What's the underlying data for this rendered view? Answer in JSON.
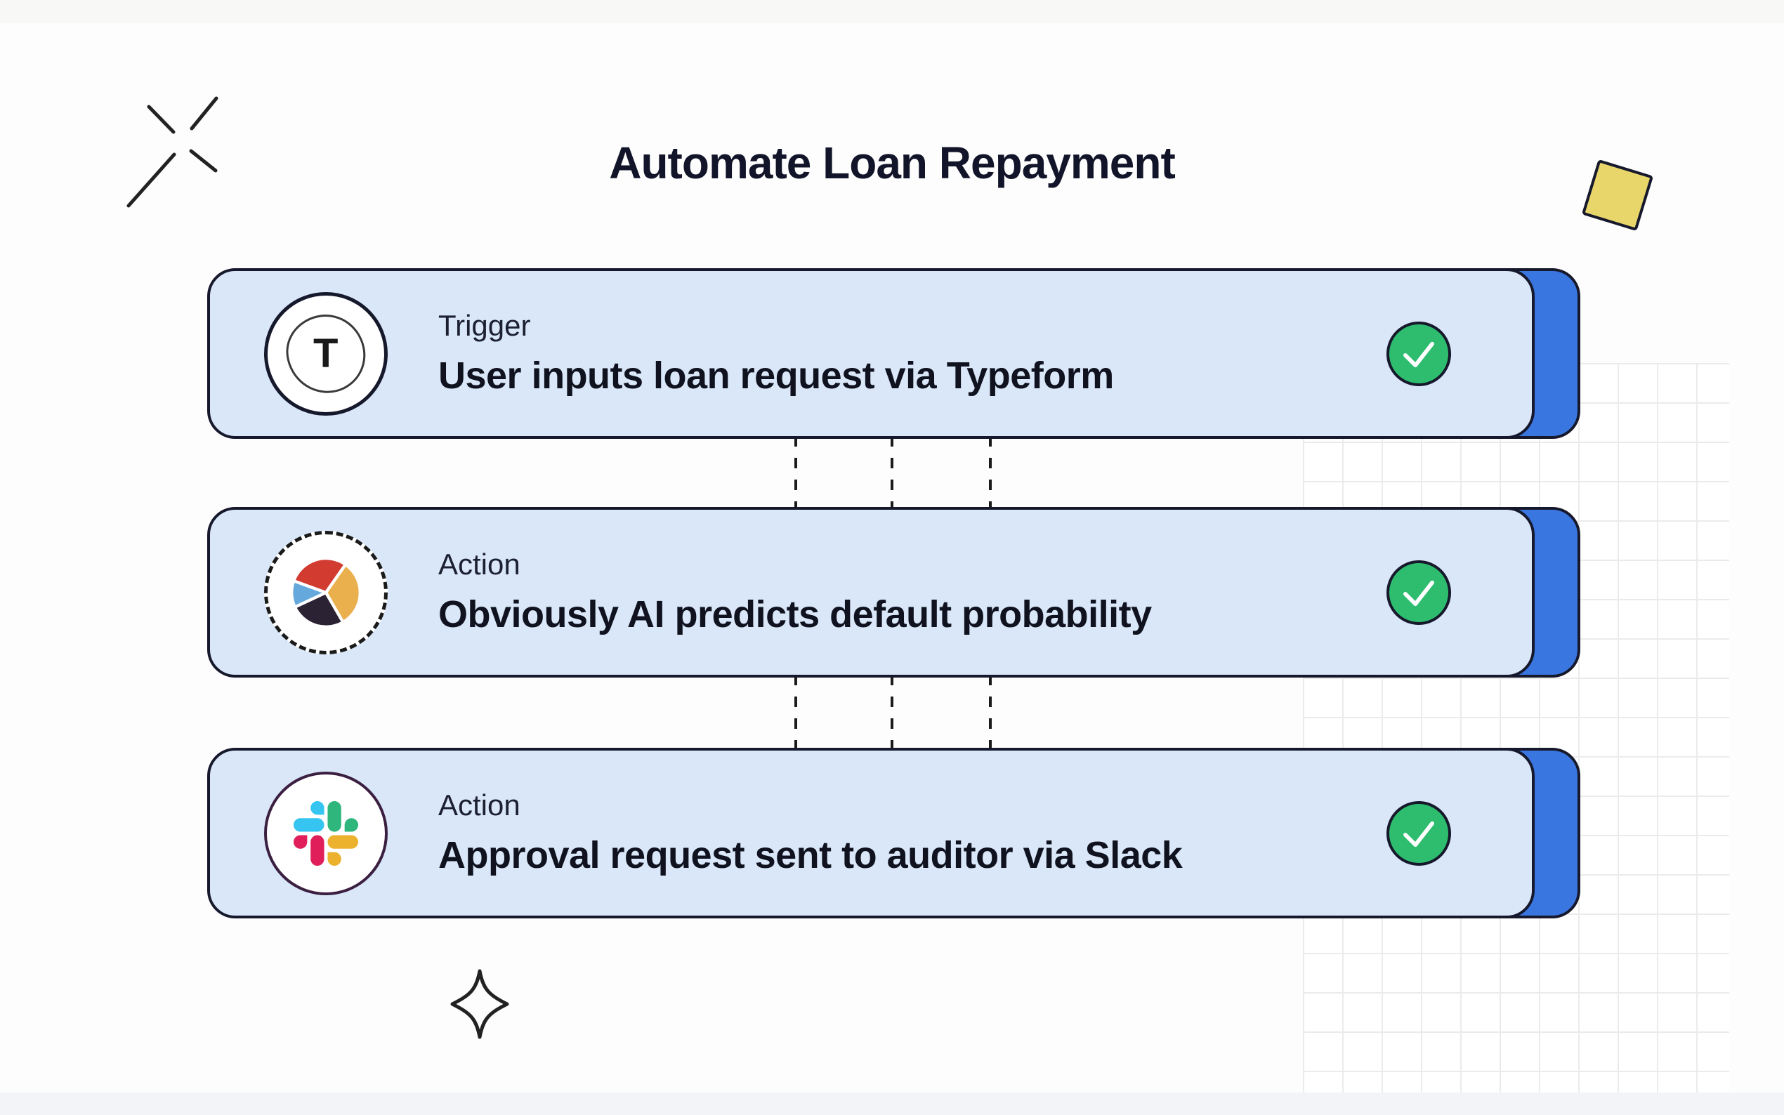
{
  "title": "Automate Loan Repayment",
  "steps": [
    {
      "type_label": "Trigger",
      "description": "User inputs loan request via Typeform",
      "icon": "typeform-icon",
      "icon_letter": "T",
      "status_icon": "check-icon"
    },
    {
      "type_label": "Action",
      "description": "Obviously AI predicts default probability",
      "icon": "obviously-ai-pie-icon",
      "status_icon": "check-icon"
    },
    {
      "type_label": "Action",
      "description": "Approval request sent to auditor via Slack",
      "icon": "slack-icon",
      "status_icon": "check-icon"
    }
  ],
  "colors": {
    "card_bg": "#d9e7f8",
    "card_edge_blue": "#3a76e0",
    "outline": "#16182b",
    "check_green": "#2ebd6e",
    "sticky_yellow": "#e8d66b",
    "pie_red": "#d23b30",
    "pie_yellow": "#eab04e",
    "pie_navy": "#2b2334",
    "pie_blue": "#64a8dc",
    "slack_blue": "#36C5F0",
    "slack_green": "#2EB67D",
    "slack_red": "#E01E5A",
    "slack_yellow": "#ECB22E"
  },
  "decorations": [
    "sparkle-x-icon",
    "sticky-note-shape",
    "four-point-star-icon",
    "grid-pattern"
  ]
}
